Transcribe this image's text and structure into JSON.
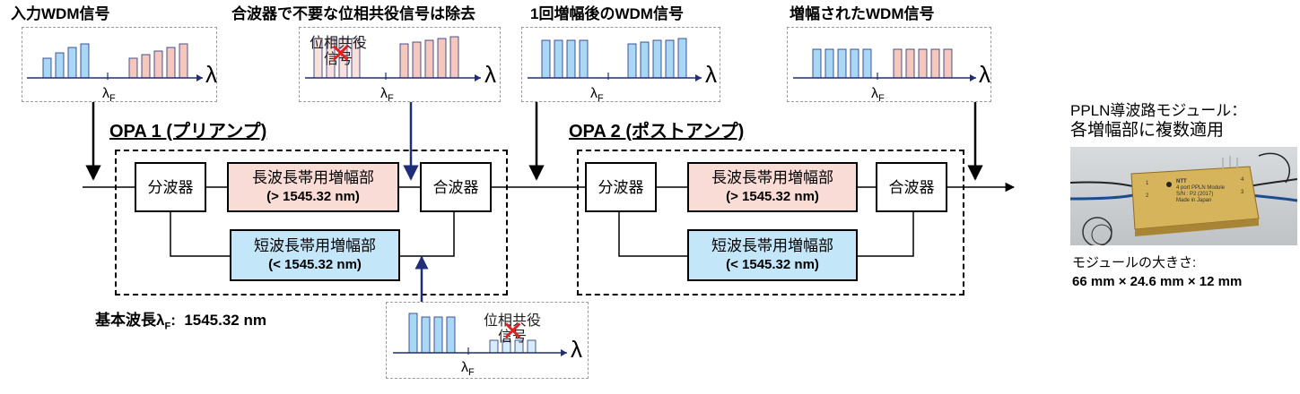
{
  "labels": {
    "input_signal": "入力WDM信号",
    "combiner_removal": "合波器で不要な位相共役信号は除去",
    "after_first_amp": "1回増幅後のWDM信号",
    "amplified_signal": "増幅されたWDM信号",
    "opa1_title": "OPA 1 (プリアンプ)",
    "opa2_title": "OPA 2 (ポストアンプ)",
    "fundamental_label": "基本波長λ",
    "fundamental_sub": "F",
    "fundamental_value": "1545.32 nm",
    "module_title_line1": "PPLN導波路モジュール：",
    "module_title_line2": "各増幅部に複数適用",
    "module_size_label": "モジュールの大きさ:",
    "module_size_value": "66 mm × 24.6 mm × 12 mm"
  },
  "spectrum": {
    "axis_symbol": "λ",
    "lambda_f": "λ",
    "lambda_f_sub": "F",
    "phase_conjugate_line1": "位相共役",
    "phase_conjugate_line2": "信号"
  },
  "blocks": {
    "splitter": "分波器",
    "combiner": "合波器",
    "long_band": "長波長帯用増幅部",
    "long_band_range": "(> 1545.32 nm)",
    "short_band": "短波長帯用増幅部",
    "short_band_range": "(< 1545.32 nm)"
  },
  "module_photo": {
    "brand": "NTT",
    "line1": "4 port PPLN Module",
    "line2": "S/N : P2 (2017)",
    "line3": "Made in Japan",
    "pins": [
      "1",
      "2",
      "3",
      "4"
    ]
  },
  "colors": {
    "long_band": "#f9dcd6",
    "short_band": "#c3e6f8",
    "signal_blue": "#a9d8f5",
    "signal_pink": "#f6c7bc",
    "arrow_navy": "#1f2d7a",
    "cross": "#e02020"
  }
}
